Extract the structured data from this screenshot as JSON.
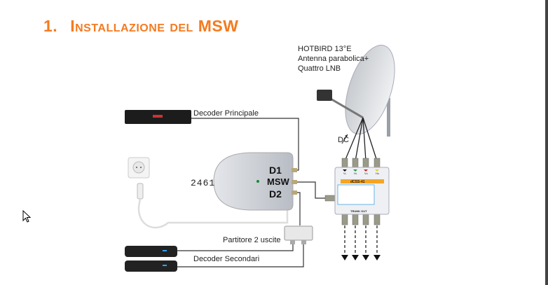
{
  "heading": {
    "number": "1.",
    "text": "Installazione del MSW"
  },
  "diagram": {
    "satellite_label": [
      "HOTBIRD 13°E",
      "Antenna parabolica+",
      "Quattro LNB"
    ],
    "dc_label": "DC",
    "decoder_principale": "Decoder Principale",
    "msw_code": "2461",
    "msw_ports": {
      "d1": "D1",
      "msw": "MSW",
      "d2": "D2"
    },
    "splitter_label": "Partitore 2 uscite",
    "decoder_secondari": "Decoder Secondari",
    "multiswitch_model": "dCSS-41",
    "multiswitch_inputs": [
      "VL",
      "HL",
      "VH",
      "HH"
    ],
    "trunk_out": "TRUNK OUT",
    "colors": {
      "accent": "#F47B20",
      "input_colors": [
        "#111111",
        "#1a9a3a",
        "#d42020",
        "#e8d020"
      ]
    }
  }
}
